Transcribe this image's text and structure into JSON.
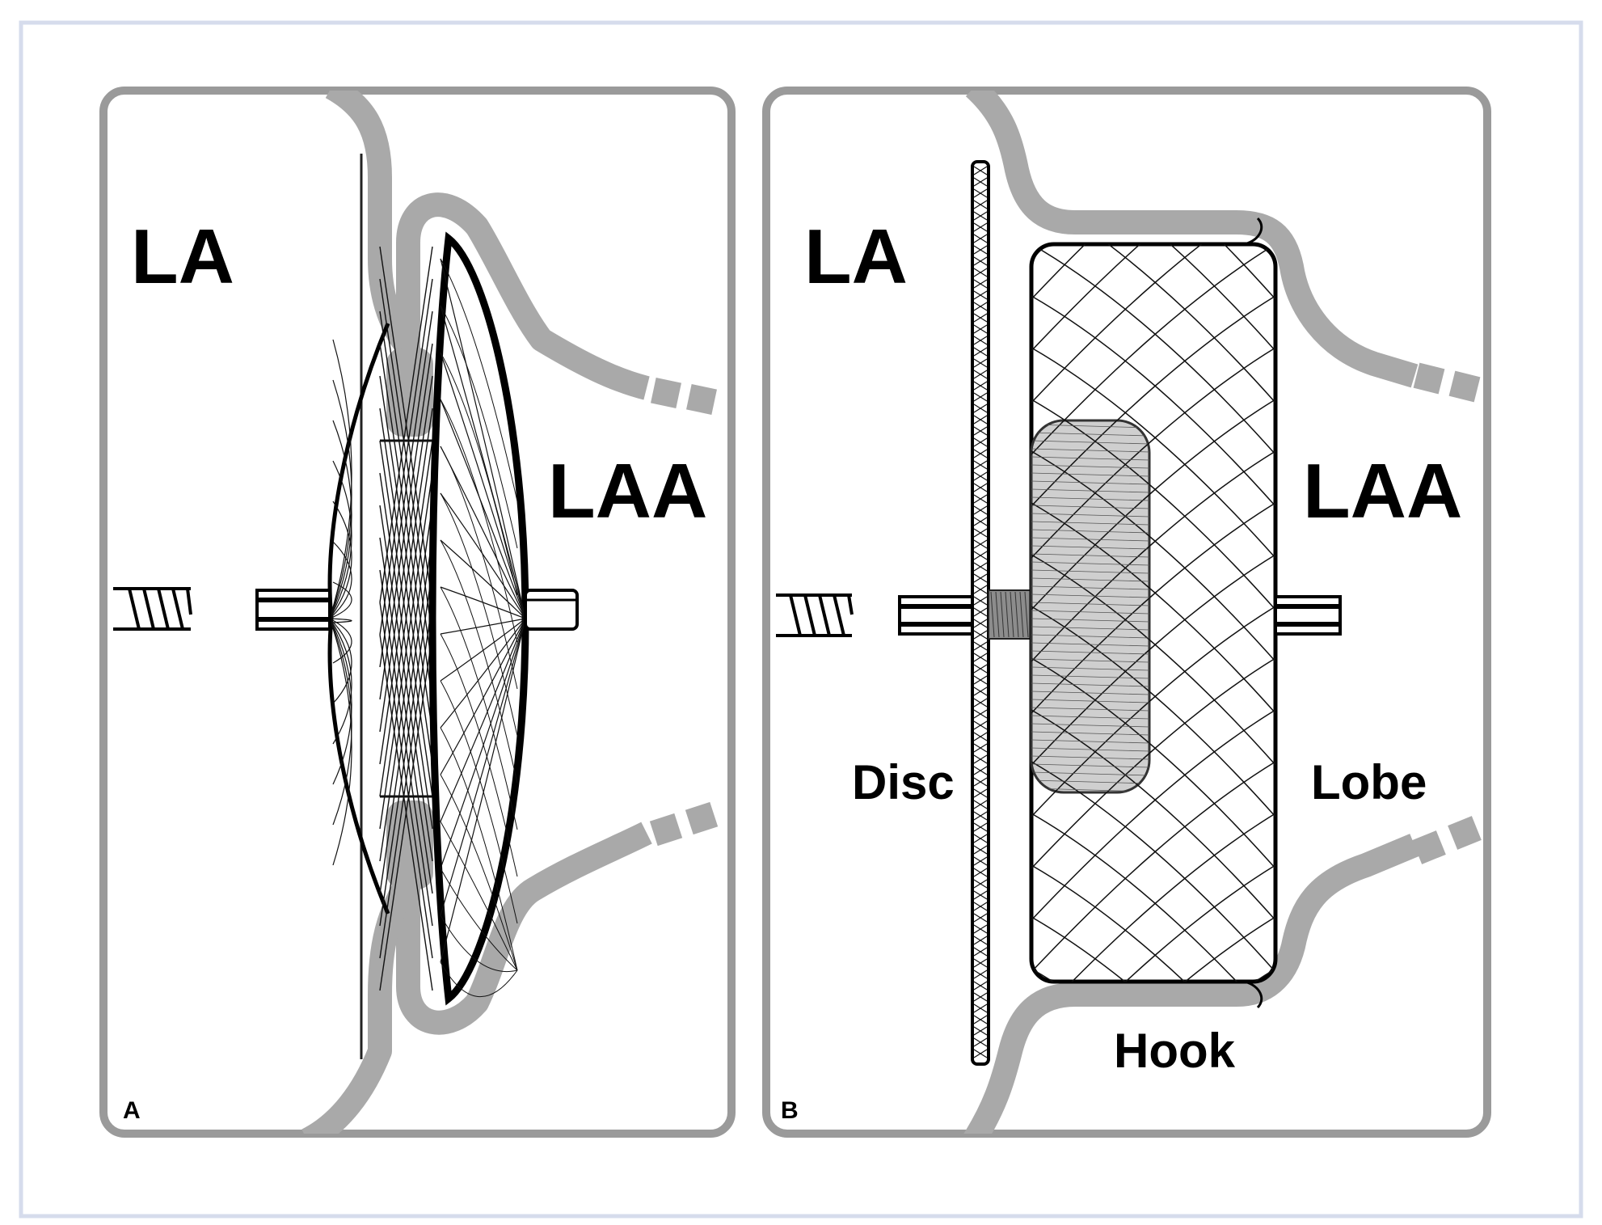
{
  "figure": {
    "frame_color": "#d6dcec",
    "panel_border_color": "#9a9a9a",
    "tissue_color": "#a9a9a9",
    "panels": [
      {
        "id": "A",
        "panel_label": "A",
        "chamber_label": "LA",
        "appendage_label": "LAA"
      },
      {
        "id": "B",
        "panel_label": "B",
        "chamber_label": "LA",
        "appendage_label": "LAA",
        "part_labels": {
          "disc": "Disc",
          "lobe": "Lobe",
          "hook": "Hook"
        }
      }
    ]
  }
}
